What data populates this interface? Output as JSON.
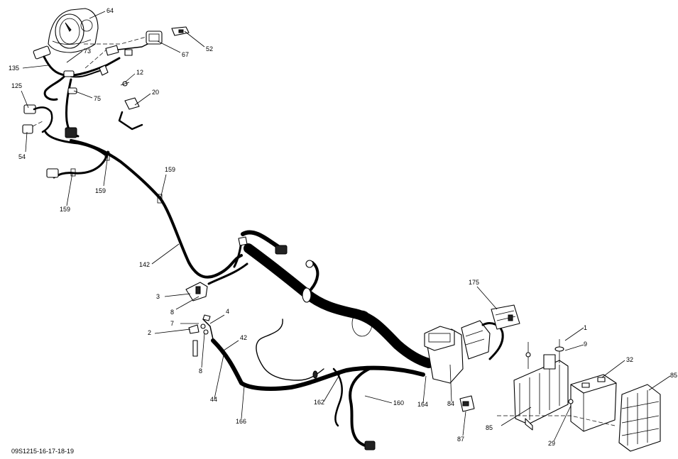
{
  "diagram": {
    "code": "09S1215-16-17-18-19",
    "callouts": [
      "64",
      "73",
      "67",
      "52",
      "135",
      "12",
      "20",
      "125",
      "75",
      "54",
      "159",
      "159",
      "159",
      "142",
      "3",
      "8",
      "7",
      "4",
      "2",
      "42",
      "8",
      "44",
      "166",
      "162",
      "160",
      "164",
      "84",
      "87",
      "175",
      "1",
      "9",
      "32",
      "85",
      "85",
      "29"
    ]
  }
}
